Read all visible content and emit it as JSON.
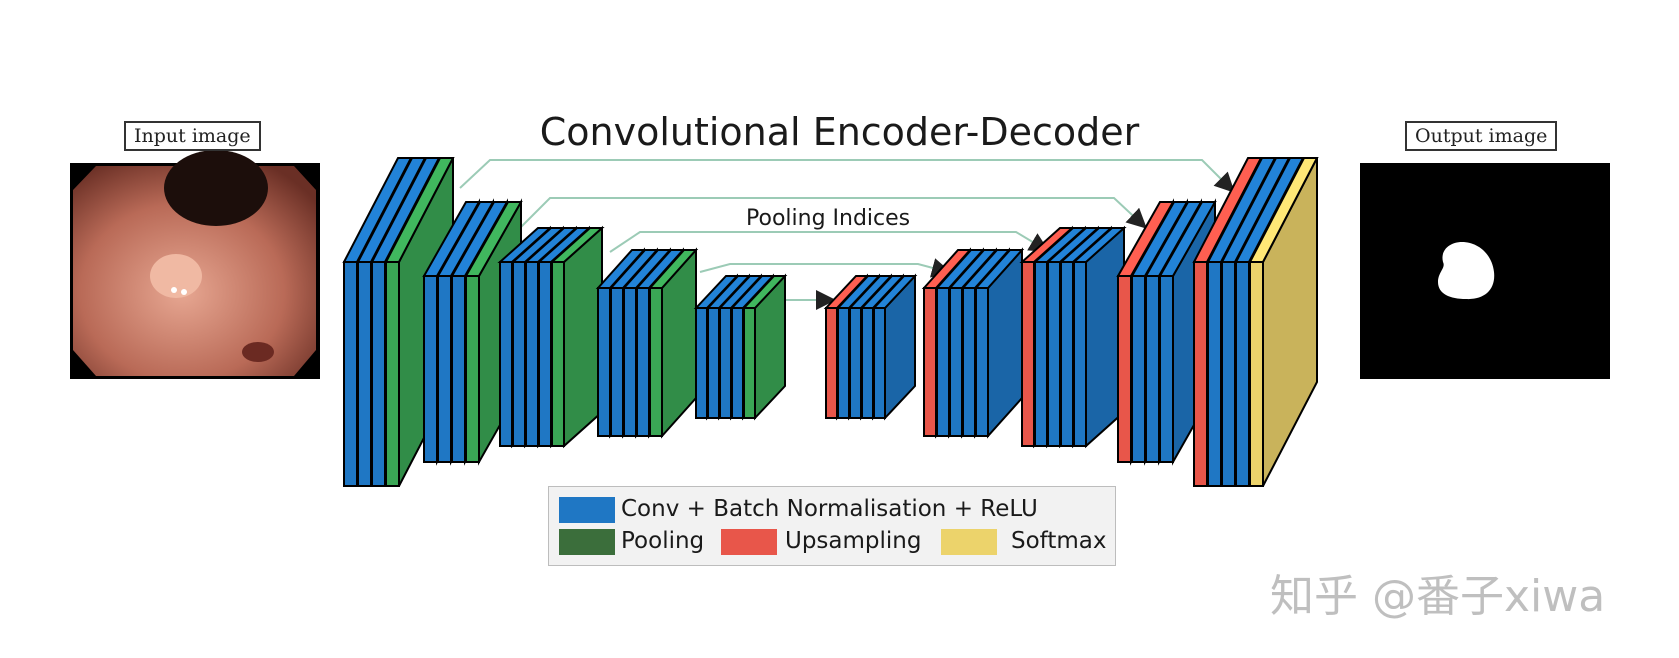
{
  "title": "Convolutional Encoder-Decoder",
  "input_label": "Input image",
  "output_label": "Output image",
  "pooling_indices_label": "Pooling Indices",
  "legend": {
    "conv": "Conv + Batch Normalisation + ReLU",
    "pooling": "Pooling",
    "upsampling": "Upsampling",
    "softmax": "Softmax"
  },
  "watermark": "知乎 @番子xiwa",
  "colors": {
    "conv": "#1f77c4",
    "pooling": "#3aa655",
    "upsampling": "#e8564a",
    "softmax": "#ecd36b",
    "connector": "#9ccbb6"
  }
}
